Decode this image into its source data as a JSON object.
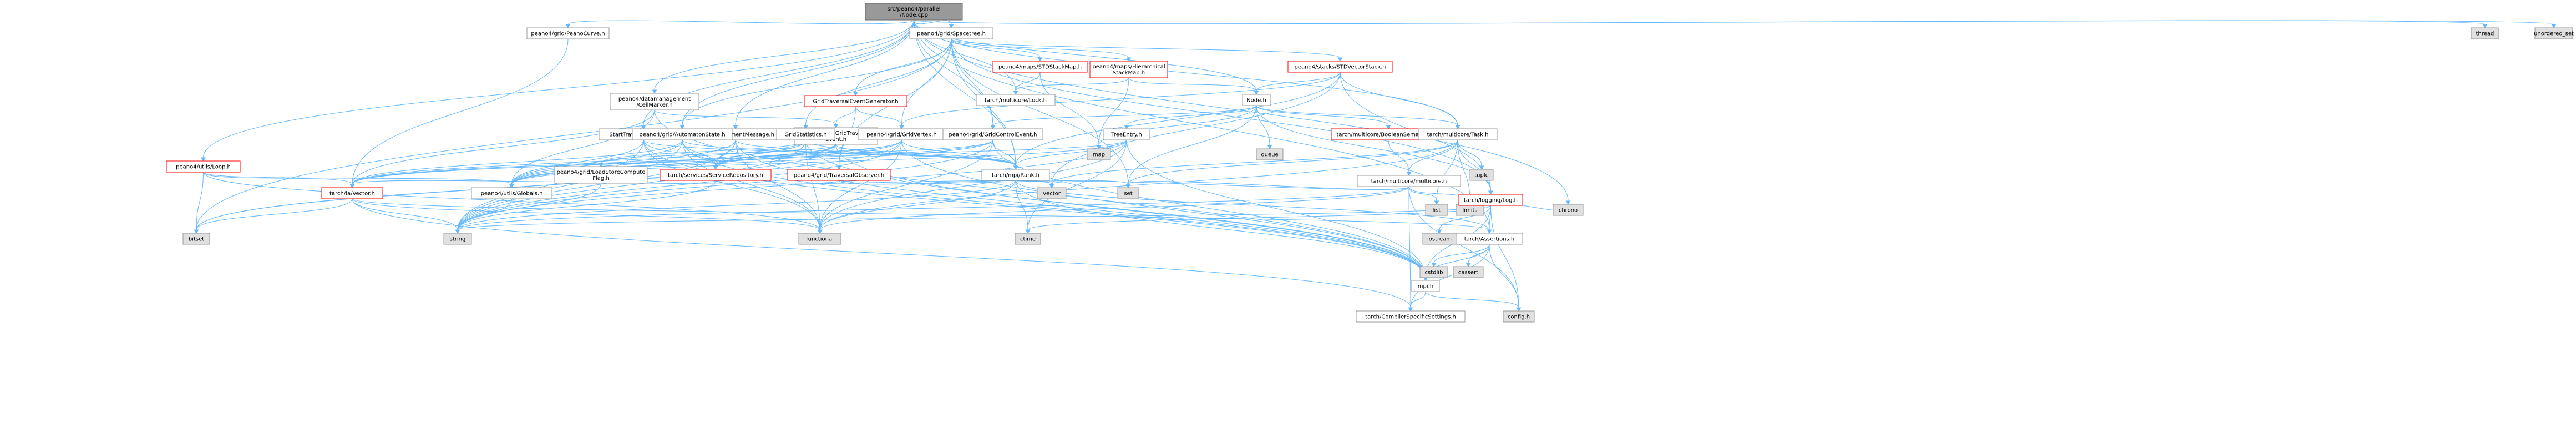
{
  "colors": {
    "root_fill": "#999999",
    "node_fill": "#ffffff",
    "node_border": "#999999",
    "truncated_border": "#ff0000",
    "external_fill": "#e0e0e0",
    "edge": "#63b8ff"
  },
  "nodes": [
    {
      "id": "root",
      "kind": "root",
      "lines": [
        "src/peano4/parallel",
        "/Node.cpp"
      ]
    },
    {
      "id": "peanocurve",
      "kind": "plain",
      "lines": [
        "peano4/grid/PeanoCurve.h"
      ]
    },
    {
      "id": "spacetree",
      "kind": "plain",
      "lines": [
        "peano4/grid/Spacetree.h"
      ]
    },
    {
      "id": "thread",
      "kind": "leaf",
      "lines": [
        "thread"
      ]
    },
    {
      "id": "unordered_set",
      "kind": "leaf",
      "lines": [
        "unordered_set"
      ]
    },
    {
      "id": "cellmarker",
      "kind": "plain",
      "lines": [
        "peano4/datamanagement",
        "/CellMarker.h"
      ]
    },
    {
      "id": "stdstackmap",
      "kind": "trunc",
      "lines": [
        "peano4/maps/STDStackMap.h"
      ]
    },
    {
      "id": "hierstackmap",
      "kind": "trunc",
      "lines": [
        "peano4/maps/Hierarchical",
        "StackMap.h"
      ]
    },
    {
      "id": "stdvectorstack",
      "kind": "trunc",
      "lines": [
        "peano4/stacks/STDVectorStack.h"
      ]
    },
    {
      "id": "gridtravgen",
      "kind": "trunc",
      "lines": [
        "GridTraversalEventGenerator.h"
      ]
    },
    {
      "id": "multicorelock",
      "kind": "plain",
      "lines": [
        "tarch/multicore/Lock.h"
      ]
    },
    {
      "id": "node",
      "kind": "plain",
      "lines": [
        "Node.h"
      ]
    },
    {
      "id": "starttraversal",
      "kind": "plain",
      "lines": [
        "StartTraversalMessage.h"
      ]
    },
    {
      "id": "treemgmt",
      "kind": "plain",
      "lines": [
        "TreeManagementMessage.h"
      ]
    },
    {
      "id": "gridtravevent",
      "kind": "plain",
      "lines": [
        "peano4/grid/GridTraversal",
        "Event.h"
      ]
    },
    {
      "id": "automaton",
      "kind": "plain",
      "lines": [
        "peano4/grid/AutomatonState.h"
      ]
    },
    {
      "id": "gridstats",
      "kind": "plain",
      "lines": [
        "GridStatistics.h"
      ]
    },
    {
      "id": "gridvertex",
      "kind": "plain",
      "lines": [
        "peano4/grid/GridVertex.h"
      ]
    },
    {
      "id": "gridcontrol",
      "kind": "plain",
      "lines": [
        "peano4/grid/GridControlEvent.h"
      ]
    },
    {
      "id": "treeentry",
      "kind": "plain",
      "lines": [
        "TreeEntry.h"
      ]
    },
    {
      "id": "map",
      "kind": "leaf",
      "lines": [
        "map"
      ]
    },
    {
      "id": "queue",
      "kind": "leaf",
      "lines": [
        "queue"
      ]
    },
    {
      "id": "boolsem",
      "kind": "trunc",
      "lines": [
        "tarch/multicore/BooleanSemaphore.h"
      ]
    },
    {
      "id": "task",
      "kind": "plain",
      "lines": [
        "tarch/multicore/Task.h"
      ]
    },
    {
      "id": "tuple",
      "kind": "leaf",
      "lines": [
        "tuple"
      ]
    },
    {
      "id": "peanoloop",
      "kind": "trunc",
      "lines": [
        "peano4/utils/Loop.h"
      ]
    },
    {
      "id": "loadstore",
      "kind": "plain",
      "lines": [
        "peano4/grid/LoadStoreCompute",
        "Flag.h"
      ]
    },
    {
      "id": "servicerepo",
      "kind": "trunc",
      "lines": [
        "tarch/services/ServiceRepository.h"
      ]
    },
    {
      "id": "traversalobs",
      "kind": "trunc",
      "lines": [
        "peano4/grid/TraversalObserver.h"
      ]
    },
    {
      "id": "rank",
      "kind": "plain",
      "lines": [
        "tarch/mpi/Rank.h"
      ]
    },
    {
      "id": "multicore",
      "kind": "plain",
      "lines": [
        "tarch/multicore/multicore.h"
      ]
    },
    {
      "id": "lavector",
      "kind": "trunc",
      "lines": [
        "tarch/la/Vector.h"
      ]
    },
    {
      "id": "globals",
      "kind": "plain",
      "lines": [
        "peano4/utils/Globals.h"
      ]
    },
    {
      "id": "vector",
      "kind": "leaf",
      "lines": [
        "vector"
      ]
    },
    {
      "id": "set",
      "kind": "leaf",
      "lines": [
        "set"
      ]
    },
    {
      "id": "list",
      "kind": "leaf",
      "lines": [
        "list"
      ]
    },
    {
      "id": "limits",
      "kind": "leaf",
      "lines": [
        "limits"
      ]
    },
    {
      "id": "logging",
      "kind": "trunc",
      "lines": [
        "tarch/logging/Log.h"
      ]
    },
    {
      "id": "chrono",
      "kind": "leaf",
      "lines": [
        "chrono"
      ]
    },
    {
      "id": "bitset",
      "kind": "leaf",
      "lines": [
        "bitset"
      ]
    },
    {
      "id": "string",
      "kind": "leaf",
      "lines": [
        "string"
      ]
    },
    {
      "id": "functional",
      "kind": "leaf",
      "lines": [
        "functional"
      ]
    },
    {
      "id": "ctime",
      "kind": "leaf",
      "lines": [
        "ctime"
      ]
    },
    {
      "id": "iostream",
      "kind": "leaf",
      "lines": [
        "iostream"
      ]
    },
    {
      "id": "assertions",
      "kind": "plain",
      "lines": [
        "tarch/Assertions.h"
      ]
    },
    {
      "id": "cstdlib",
      "kind": "leaf",
      "lines": [
        "cstdlib"
      ]
    },
    {
      "id": "cassert",
      "kind": "leaf",
      "lines": [
        "cassert"
      ]
    },
    {
      "id": "mpih",
      "kind": "plain",
      "lines": [
        "mpi.h"
      ]
    },
    {
      "id": "compilerspec",
      "kind": "plain",
      "lines": [
        "tarch/CompilerSpecificSettings.h"
      ]
    },
    {
      "id": "config",
      "kind": "leaf",
      "lines": [
        "config.h"
      ]
    }
  ]
}
